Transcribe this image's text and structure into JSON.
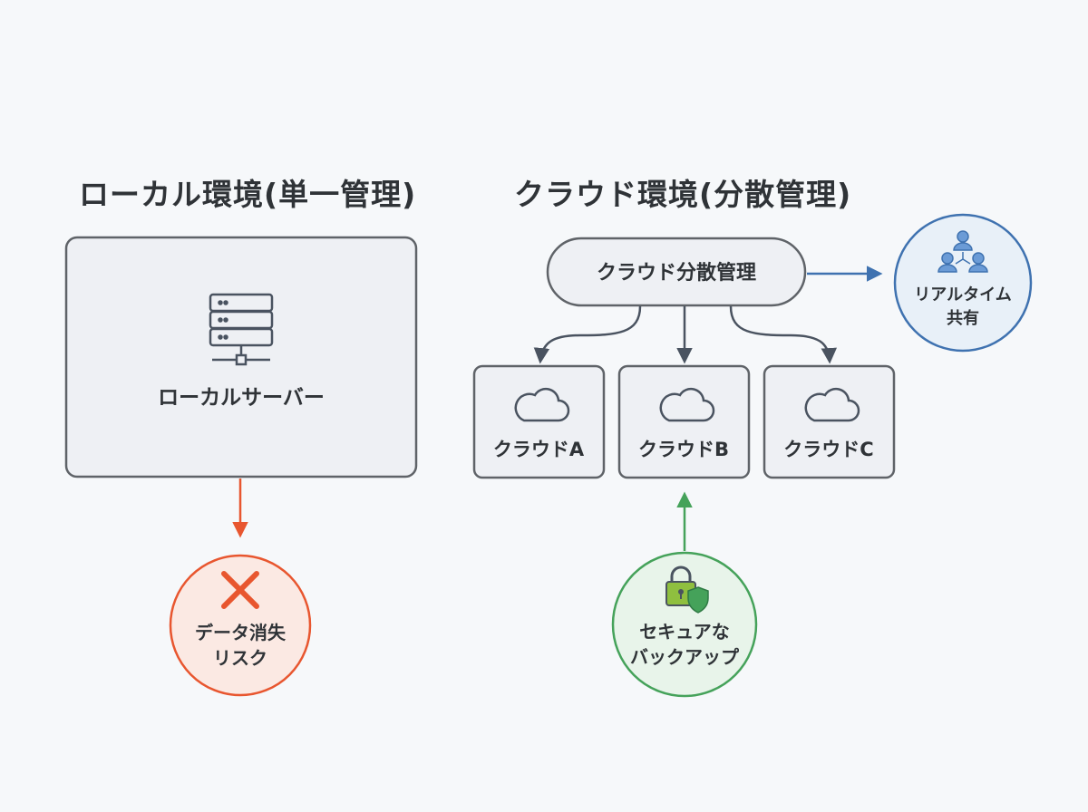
{
  "local": {
    "title": "ローカル環境(単一管理)",
    "server_label": "ローカルサーバー",
    "risk_line1": "データ消失",
    "risk_line2": "リスク"
  },
  "cloud": {
    "title": "クラウド環境(分散管理)",
    "hub_label": "クラウド分散管理",
    "nodes": [
      {
        "label": "クラウドA"
      },
      {
        "label": "クラウドB"
      },
      {
        "label": "クラウドC"
      }
    ],
    "share_line1": "リアルタイム",
    "share_line2": "共有",
    "backup_line1": "セキュアな",
    "backup_line2": "バックアップ"
  },
  "colors": {
    "risk": "#e8562f",
    "share": "#3f72b0",
    "backup": "#45a25a",
    "border": "#5f6368",
    "box_fill": "#eef0f4"
  },
  "icons": {
    "server": "server-icon",
    "risk": "cross-icon",
    "cloud": "cloud-icon",
    "share": "users-network-icon",
    "backup": "lock-shield-icon"
  }
}
